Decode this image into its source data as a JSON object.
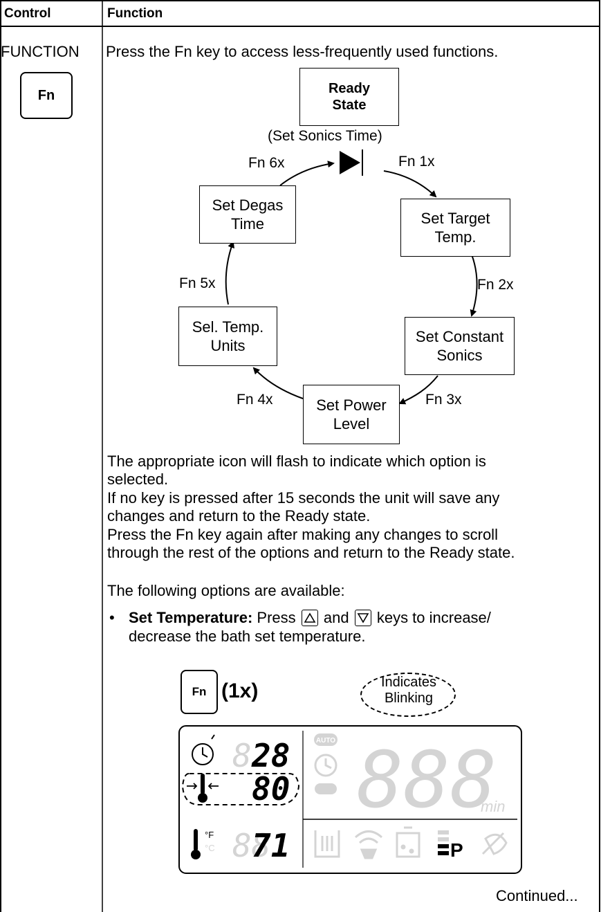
{
  "table": {
    "header_control": "Control",
    "header_function": "Function",
    "control_name": "FUNCTION",
    "control_key": "Fn"
  },
  "intro": "Press the Fn key to access less-frequently used functions.",
  "diagram": {
    "ready_line1": "Ready",
    "ready_line2": "State",
    "sonics_time": "(Set Sonics Time)",
    "states": [
      {
        "line1": "Set Target",
        "line2": "Temp."
      },
      {
        "line1": "Set Constant",
        "line2": "Sonics"
      },
      {
        "line1": "Set Power",
        "line2": "Level"
      },
      {
        "line1": "Sel. Temp.",
        "line2": "Units"
      },
      {
        "line1": "Set Degas",
        "line2": "Time"
      }
    ],
    "transitions": [
      "Fn 1x",
      "Fn 2x",
      "Fn 3x",
      "Fn 4x",
      "Fn 5x",
      "Fn 6x"
    ]
  },
  "paragraphs": [
    "The appropriate icon will flash to indicate which option is",
    "selected.",
    "If no key is pressed after 15 seconds the unit will save any",
    "changes and return to the Ready state.",
    "Press the Fn key again after making any changes to scroll",
    "through the rest of the options and return to the Ready state."
  ],
  "options_intro": "The following options are available:",
  "bullet": {
    "marker": "•",
    "title": "Set Temperature:",
    "text_a": " Press ",
    "text_b": " and ",
    "text_c": " keys to increase/",
    "line2": "decrease the bath set temperature."
  },
  "illustration": {
    "key": "Fn",
    "count": "(1x)",
    "blink_line1": "Indicates",
    "blink_line2": "Blinking"
  },
  "lcd": {
    "time_value": "28",
    "set_temp_value": "80",
    "actual_temp_value": "71",
    "main_value": "888",
    "unit_min": "min",
    "auto_badge": "AUTO",
    "power_letter": "P",
    "temp_unit_f": "°F",
    "temp_unit_c": "°C",
    "colors": {
      "active": "#000000",
      "ghost": "#d4d4d4"
    }
  },
  "footer": "Continued..."
}
